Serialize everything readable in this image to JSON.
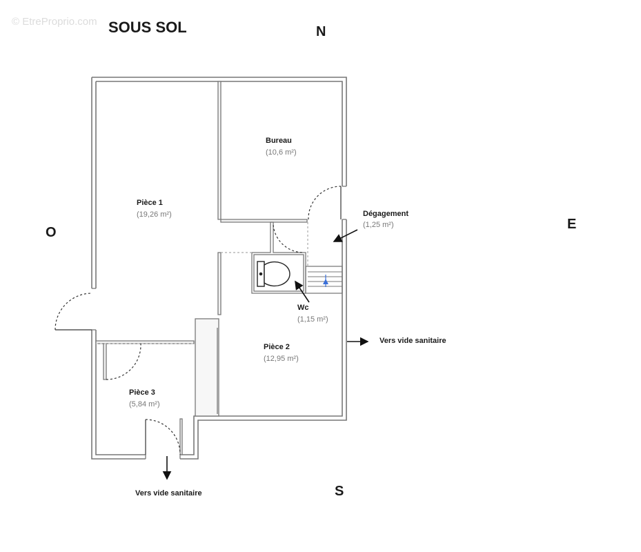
{
  "watermark": "© EtreProprio.com",
  "title": "SOUS SOL",
  "compass": {
    "north": "N",
    "south": "S",
    "east": "E",
    "west": "O"
  },
  "rooms": [
    {
      "name": "Pièce 1",
      "area": "(19,26 m²)"
    },
    {
      "name": "Bureau",
      "area": "(10,6 m²)"
    },
    {
      "name": "Dégagement",
      "area": "(1,25 m²)"
    },
    {
      "name": "Wc",
      "area": "(1,15 m²)"
    },
    {
      "name": "Pièce 2",
      "area": "(12,95 m²)"
    },
    {
      "name": "Pièce 3",
      "area": "(5,84 m²)"
    }
  ],
  "notes": {
    "east_exit": "Vers vide sanitaire",
    "south_exit": "Vers vide sanitaire"
  },
  "colors": {
    "wall": "#777777",
    "wall_fill": "#f2f2f2",
    "stairs_arrow": "#3a6fd8"
  }
}
